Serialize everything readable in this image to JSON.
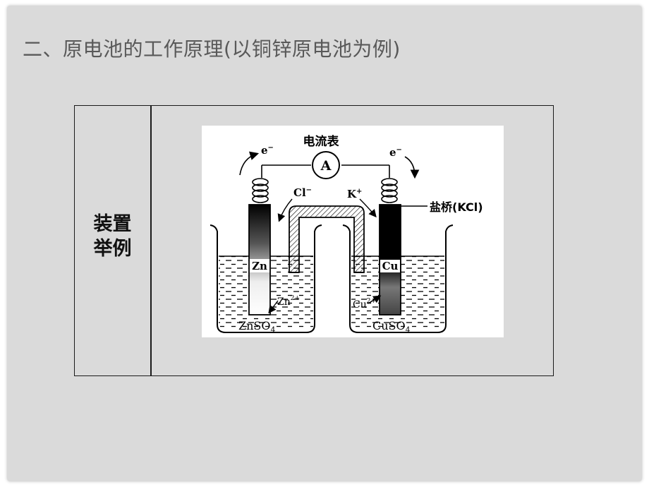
{
  "slide": {
    "title": "二、原电池的工作原理(以铜锌原电池为例)"
  },
  "table": {
    "row_label_line1": "装置",
    "row_label_line2": "举例"
  },
  "diagram": {
    "ammeter_label": "电流表",
    "ammeter_symbol": "A",
    "electron_left": "e",
    "electron_right": "e",
    "chloride_ion": "Cl",
    "potassium_ion": "K",
    "salt_bridge": "盐桥(KCl)",
    "zn_electrode": "Zn",
    "cu_electrode": "Cu",
    "zn_ion": "Zn",
    "zn_ion_charge": "2+",
    "cu_ion": "Cu",
    "cu_ion_charge": "2+",
    "zn_solution": "ZnSO",
    "cu_solution": "CuSO",
    "sulfate_subscript": "4",
    "minus_sup": "−",
    "plus_sup": "+"
  }
}
